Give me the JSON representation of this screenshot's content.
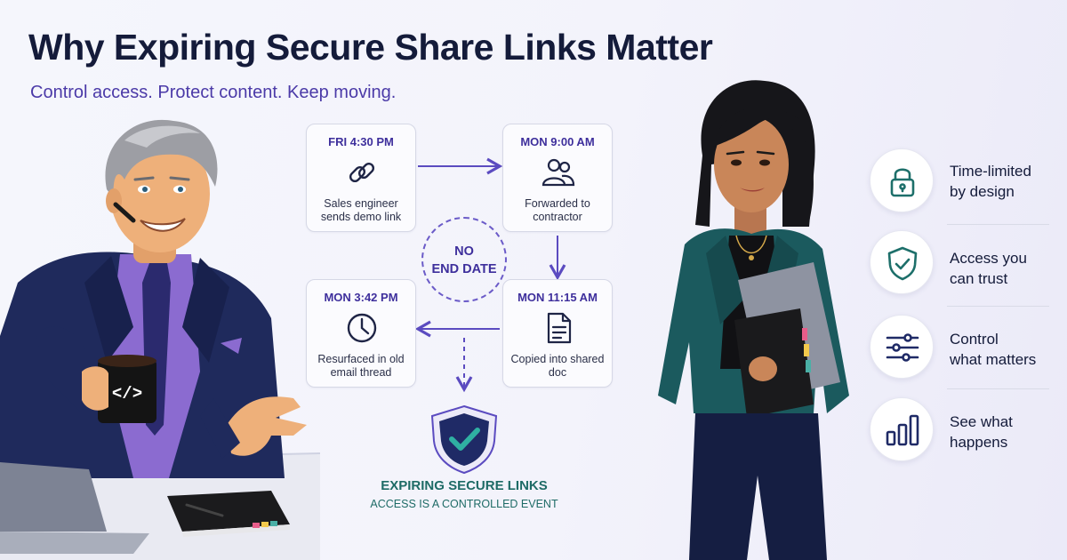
{
  "header": {
    "title": "Why Expiring Secure Share Links Matter",
    "subtitle": "Control access. Protect content. Keep moving."
  },
  "timeline": {
    "steps": [
      {
        "time": "FRI 4:30 PM",
        "caption": "Sales engineer sends demo link",
        "icon": "link-icon"
      },
      {
        "time": "MON 9:00 AM",
        "caption": "Forwarded to contractor",
        "icon": "users-icon"
      },
      {
        "time": "MON 11:15 AM",
        "caption": "Copied into shared doc",
        "icon": "document-icon"
      },
      {
        "time": "MON 3:42 PM",
        "caption": "Resurfaced in old email thread",
        "icon": "clock-icon"
      }
    ],
    "center_badge": {
      "line1": "NO",
      "line2": "END DATE"
    }
  },
  "solution": {
    "title": "EXPIRING SECURE LINKS",
    "subtitle": "ACCESS IS A CONTROLLED EVENT",
    "icon": "shield-check-icon"
  },
  "features": [
    {
      "line1": "Time-limited",
      "line2": "by design",
      "icon": "lock-icon"
    },
    {
      "line1": "Access you",
      "line2": "can trust",
      "icon": "shield-check-icon"
    },
    {
      "line1": "Control",
      "line2": "what matters",
      "icon": "sliders-icon"
    },
    {
      "line1": "See what",
      "line2": "happens",
      "icon": "bar-chart-icon"
    }
  ],
  "colors": {
    "navy": "#141b3a",
    "purple": "#4b3aa8",
    "accent_purple": "#6b5bc8",
    "teal": "#1e6b66",
    "background": "#f3f3fb"
  },
  "illustrations": {
    "left": "man-with-coffee-mug-illustration",
    "right": "woman-holding-laptop-illustration",
    "mug_symbol": "</>"
  }
}
